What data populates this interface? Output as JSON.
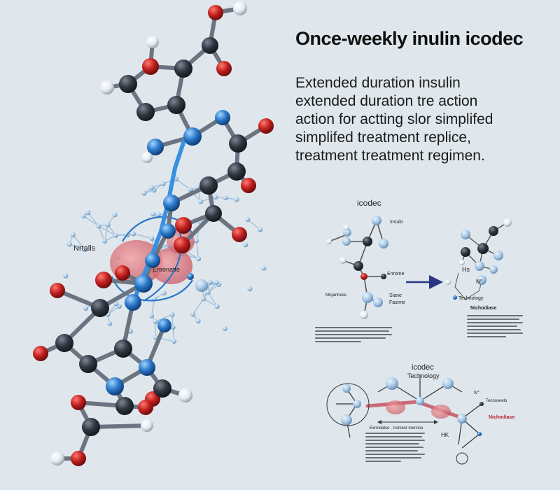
{
  "header": {
    "title": "Once-weekly inulin icodec",
    "description_lines": [
      "Extended duration insulin",
      "extended duration tre action",
      "action for actting slor simplifed",
      "simplifed treatment replice,",
      "treatment treatment regimen."
    ]
  },
  "molecule": {
    "label_left": "Nrtalls",
    "label_center": "Enronatte"
  },
  "diagram_top": {
    "title": "icodec",
    "label_insulo": "Insulo",
    "label_enrome": "Enrome",
    "label_mrganhese": "Mrganhese",
    "label_slane": "Slane",
    "label_fasime": "Fasime",
    "label_hs": "Hs",
    "label_n": "N°",
    "label_technology": "Technology",
    "label_nichodiase": "Nichodiase"
  },
  "diagram_bottom": {
    "title": "icodec",
    "subtitle": "Technology",
    "label_n": "N°",
    "label_tecnoseelo": "Tecnoseelo",
    "label_nichodiase": "Nichodiase",
    "label_hk": "HK",
    "label_caption": "Exrindatse · Iromest mercise"
  },
  "colors": {
    "background": "#dfe7ec",
    "carbon": "#2f3640",
    "oxygen": "#c0201f",
    "nitrogen": "#2a78c8",
    "hydrogen": "#e6ecf1",
    "arrow": "#2a3585"
  }
}
